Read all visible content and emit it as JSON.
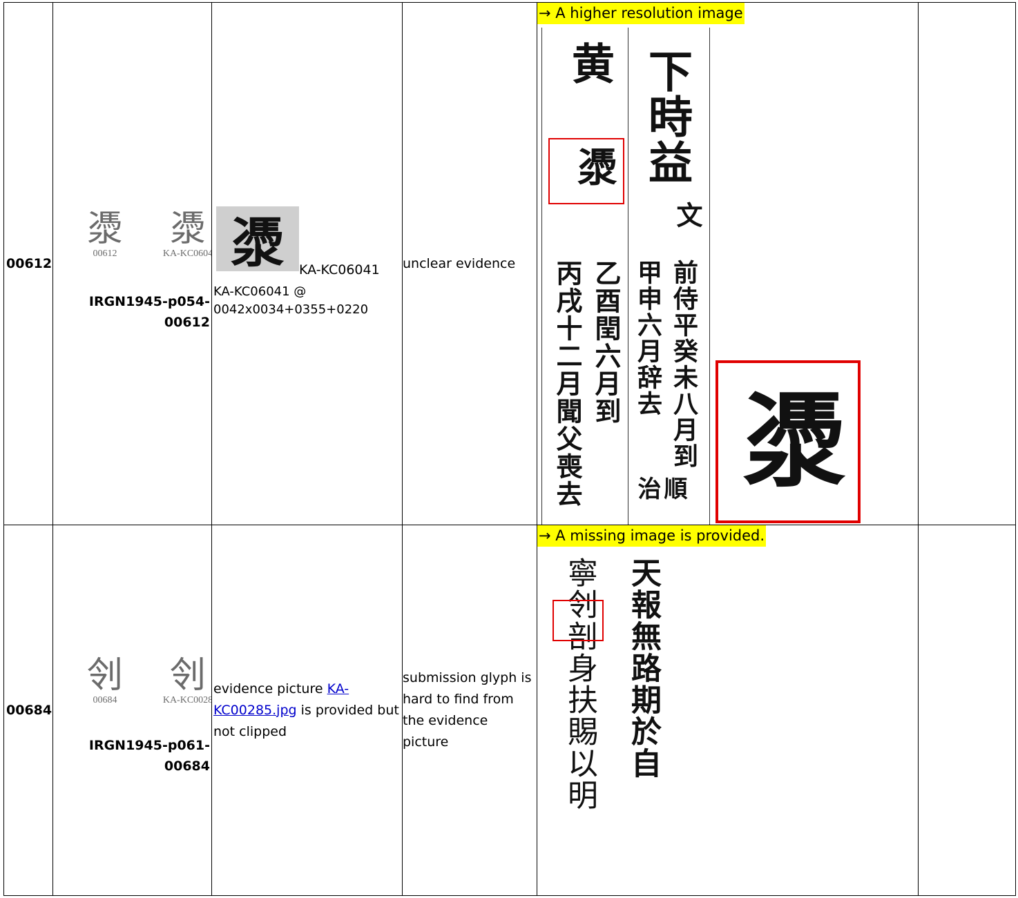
{
  "rows": [
    {
      "id": "00612",
      "glyph": "㵗",
      "glyph_left_caption": "00612",
      "glyph_right_caption": "KA-KC0604",
      "irgn_line1": "IRGN1945-p054-",
      "irgn_line2": "00612",
      "evidence_code": "KA-KC06041",
      "evidence_detail_line1": "KA-KC06041 @",
      "evidence_detail_line2": "0042x0034+0355+0220",
      "comment": "unclear evidence",
      "response_note": "→ A higher resolution image",
      "scan_columns": [
        "黄",
        "下時益",
        "文",
        "丙戌十二月聞父喪去",
        "乙酉閏六月到",
        "甲申六月辞去",
        "前侍平癸未八月到",
        "順治"
      ],
      "enlarged_glyph": "㵗"
    },
    {
      "id": "00684",
      "glyph": "刢",
      "glyph_left_caption": "00684",
      "glyph_right_caption": "KA-KC0028",
      "irgn_line1": "IRGN1945-p061-",
      "irgn_line2": "00684",
      "evidence_text_before": "evidence picture ",
      "evidence_link": "KA-KC00285.jpg",
      "evidence_text_after": " is provided but not clipped",
      "comment": "submission glyph is hard to find from the evidence picture",
      "response_note": "→ A missing image is provided.",
      "scan_columns": [
        "寧刢剖身扶賜以明",
        "天報無路期於自"
      ]
    }
  ],
  "colors": {
    "highlight": "#ffff00",
    "red_box": "#e00000",
    "link": "#0000cc"
  }
}
